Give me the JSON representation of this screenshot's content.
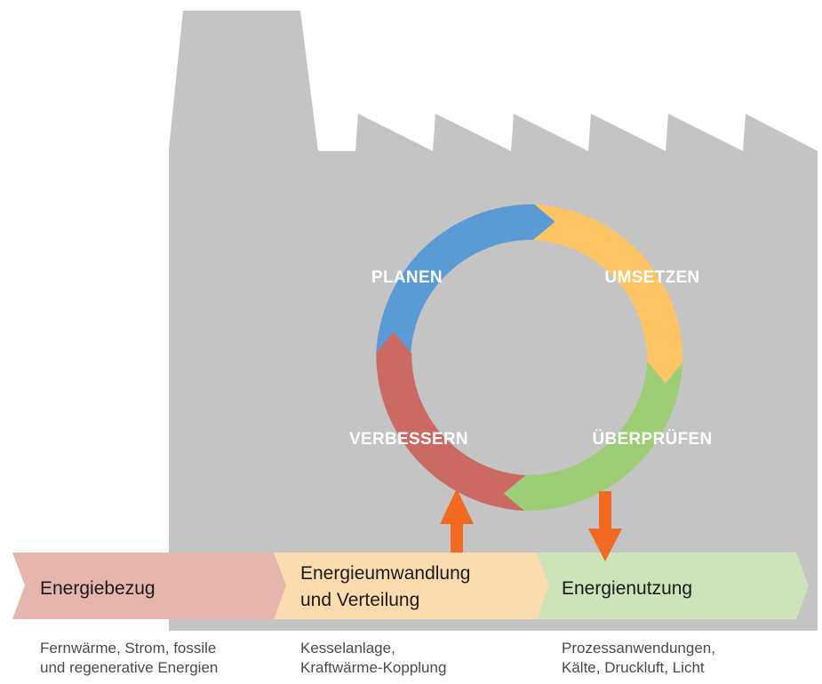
{
  "cycle": {
    "plan": "PLANEN",
    "do": "UMSETZEN",
    "check": "ÜBERPRÜFEN",
    "act": "VERBESSERN"
  },
  "stages": {
    "supply": {
      "title": "Energiebezug",
      "desc_line1": "Fernwärme, Strom, fossile",
      "desc_line2": "und regenerative Energien"
    },
    "conversion": {
      "title_line1": "Energieumwandlung",
      "title_line2": "und Verteilung",
      "desc_line1": "Kesselanlage,",
      "desc_line2": "Kraftwärme-Kopplung"
    },
    "usage": {
      "title": "Energienutzung",
      "desc_line1": "Prozessanwendungen,",
      "desc_line2": "Kälte, Druckluft, Licht"
    }
  },
  "colors": {
    "factory": "#c4c4c4",
    "plan": "#5b9bd5",
    "do": "#ffc463",
    "check": "#9dce76",
    "act": "#ca6a63",
    "supply": "#e6b5ae",
    "conversion": "#fcdcae",
    "usage": "#cce4b8",
    "accent_arrow": "#f26a22"
  }
}
